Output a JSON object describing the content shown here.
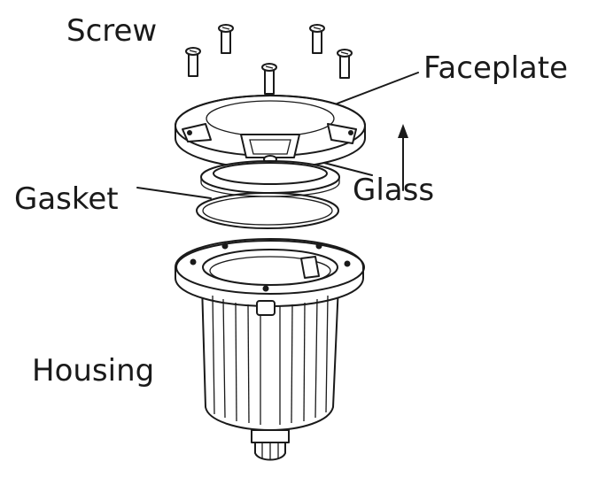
{
  "labels": {
    "screw": "Screw",
    "faceplate": "Faceplate",
    "glass": "Glass",
    "gasket": "Gasket",
    "housing": "Housing"
  },
  "colors": {
    "line": "#1a1a1a",
    "background": "#ffffff"
  }
}
